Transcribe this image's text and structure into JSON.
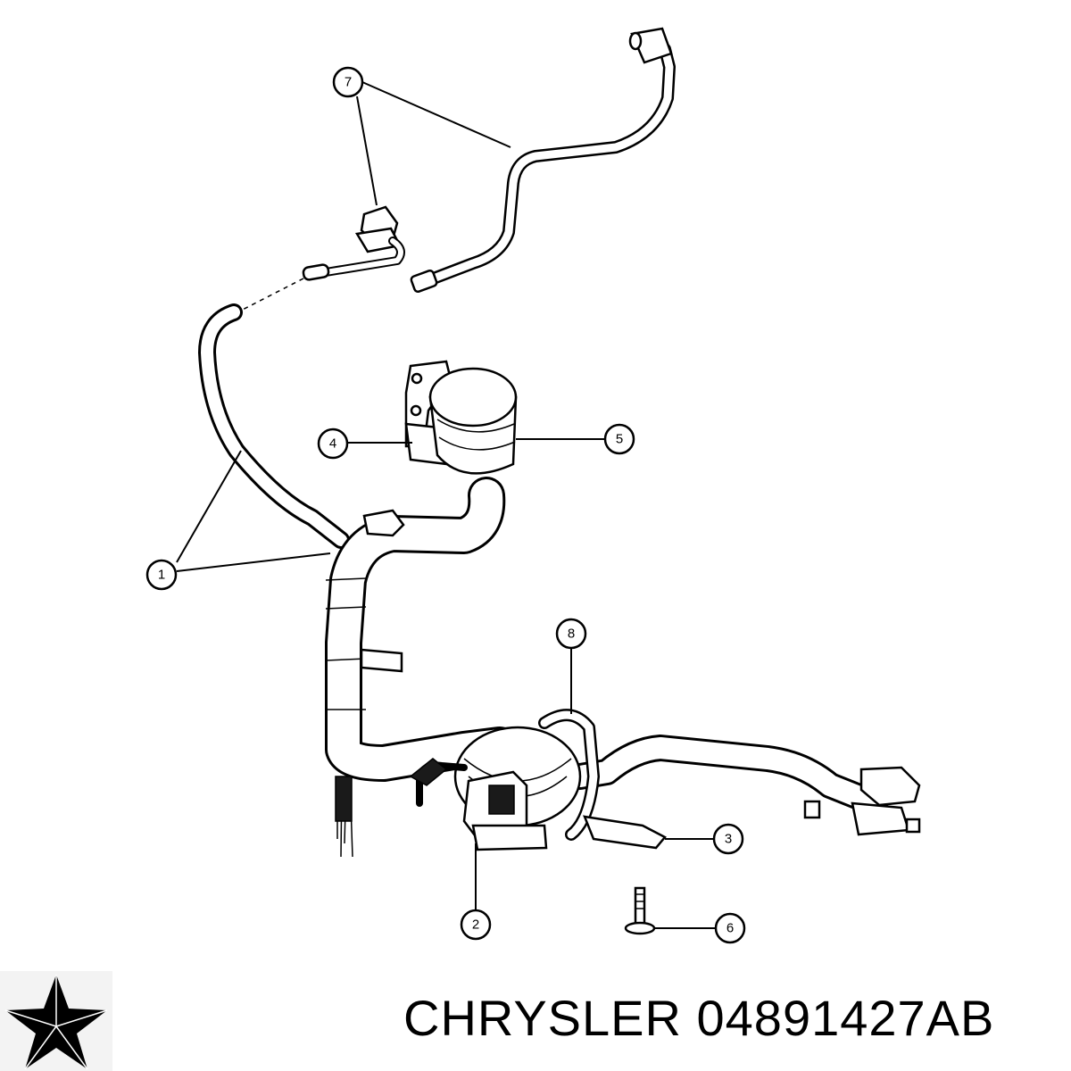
{
  "footer": {
    "brand": "CHRYSLER",
    "part_number": "04891427AB",
    "logo_icon": "chrysler-pentastar-icon"
  },
  "callouts": [
    {
      "id": "1",
      "label": "1"
    },
    {
      "id": "2",
      "label": "2"
    },
    {
      "id": "3",
      "label": "3"
    },
    {
      "id": "4",
      "label": "4"
    },
    {
      "id": "5",
      "label": "5"
    },
    {
      "id": "6",
      "label": "6"
    },
    {
      "id": "7",
      "label": "7"
    },
    {
      "id": "8",
      "label": "8"
    }
  ]
}
